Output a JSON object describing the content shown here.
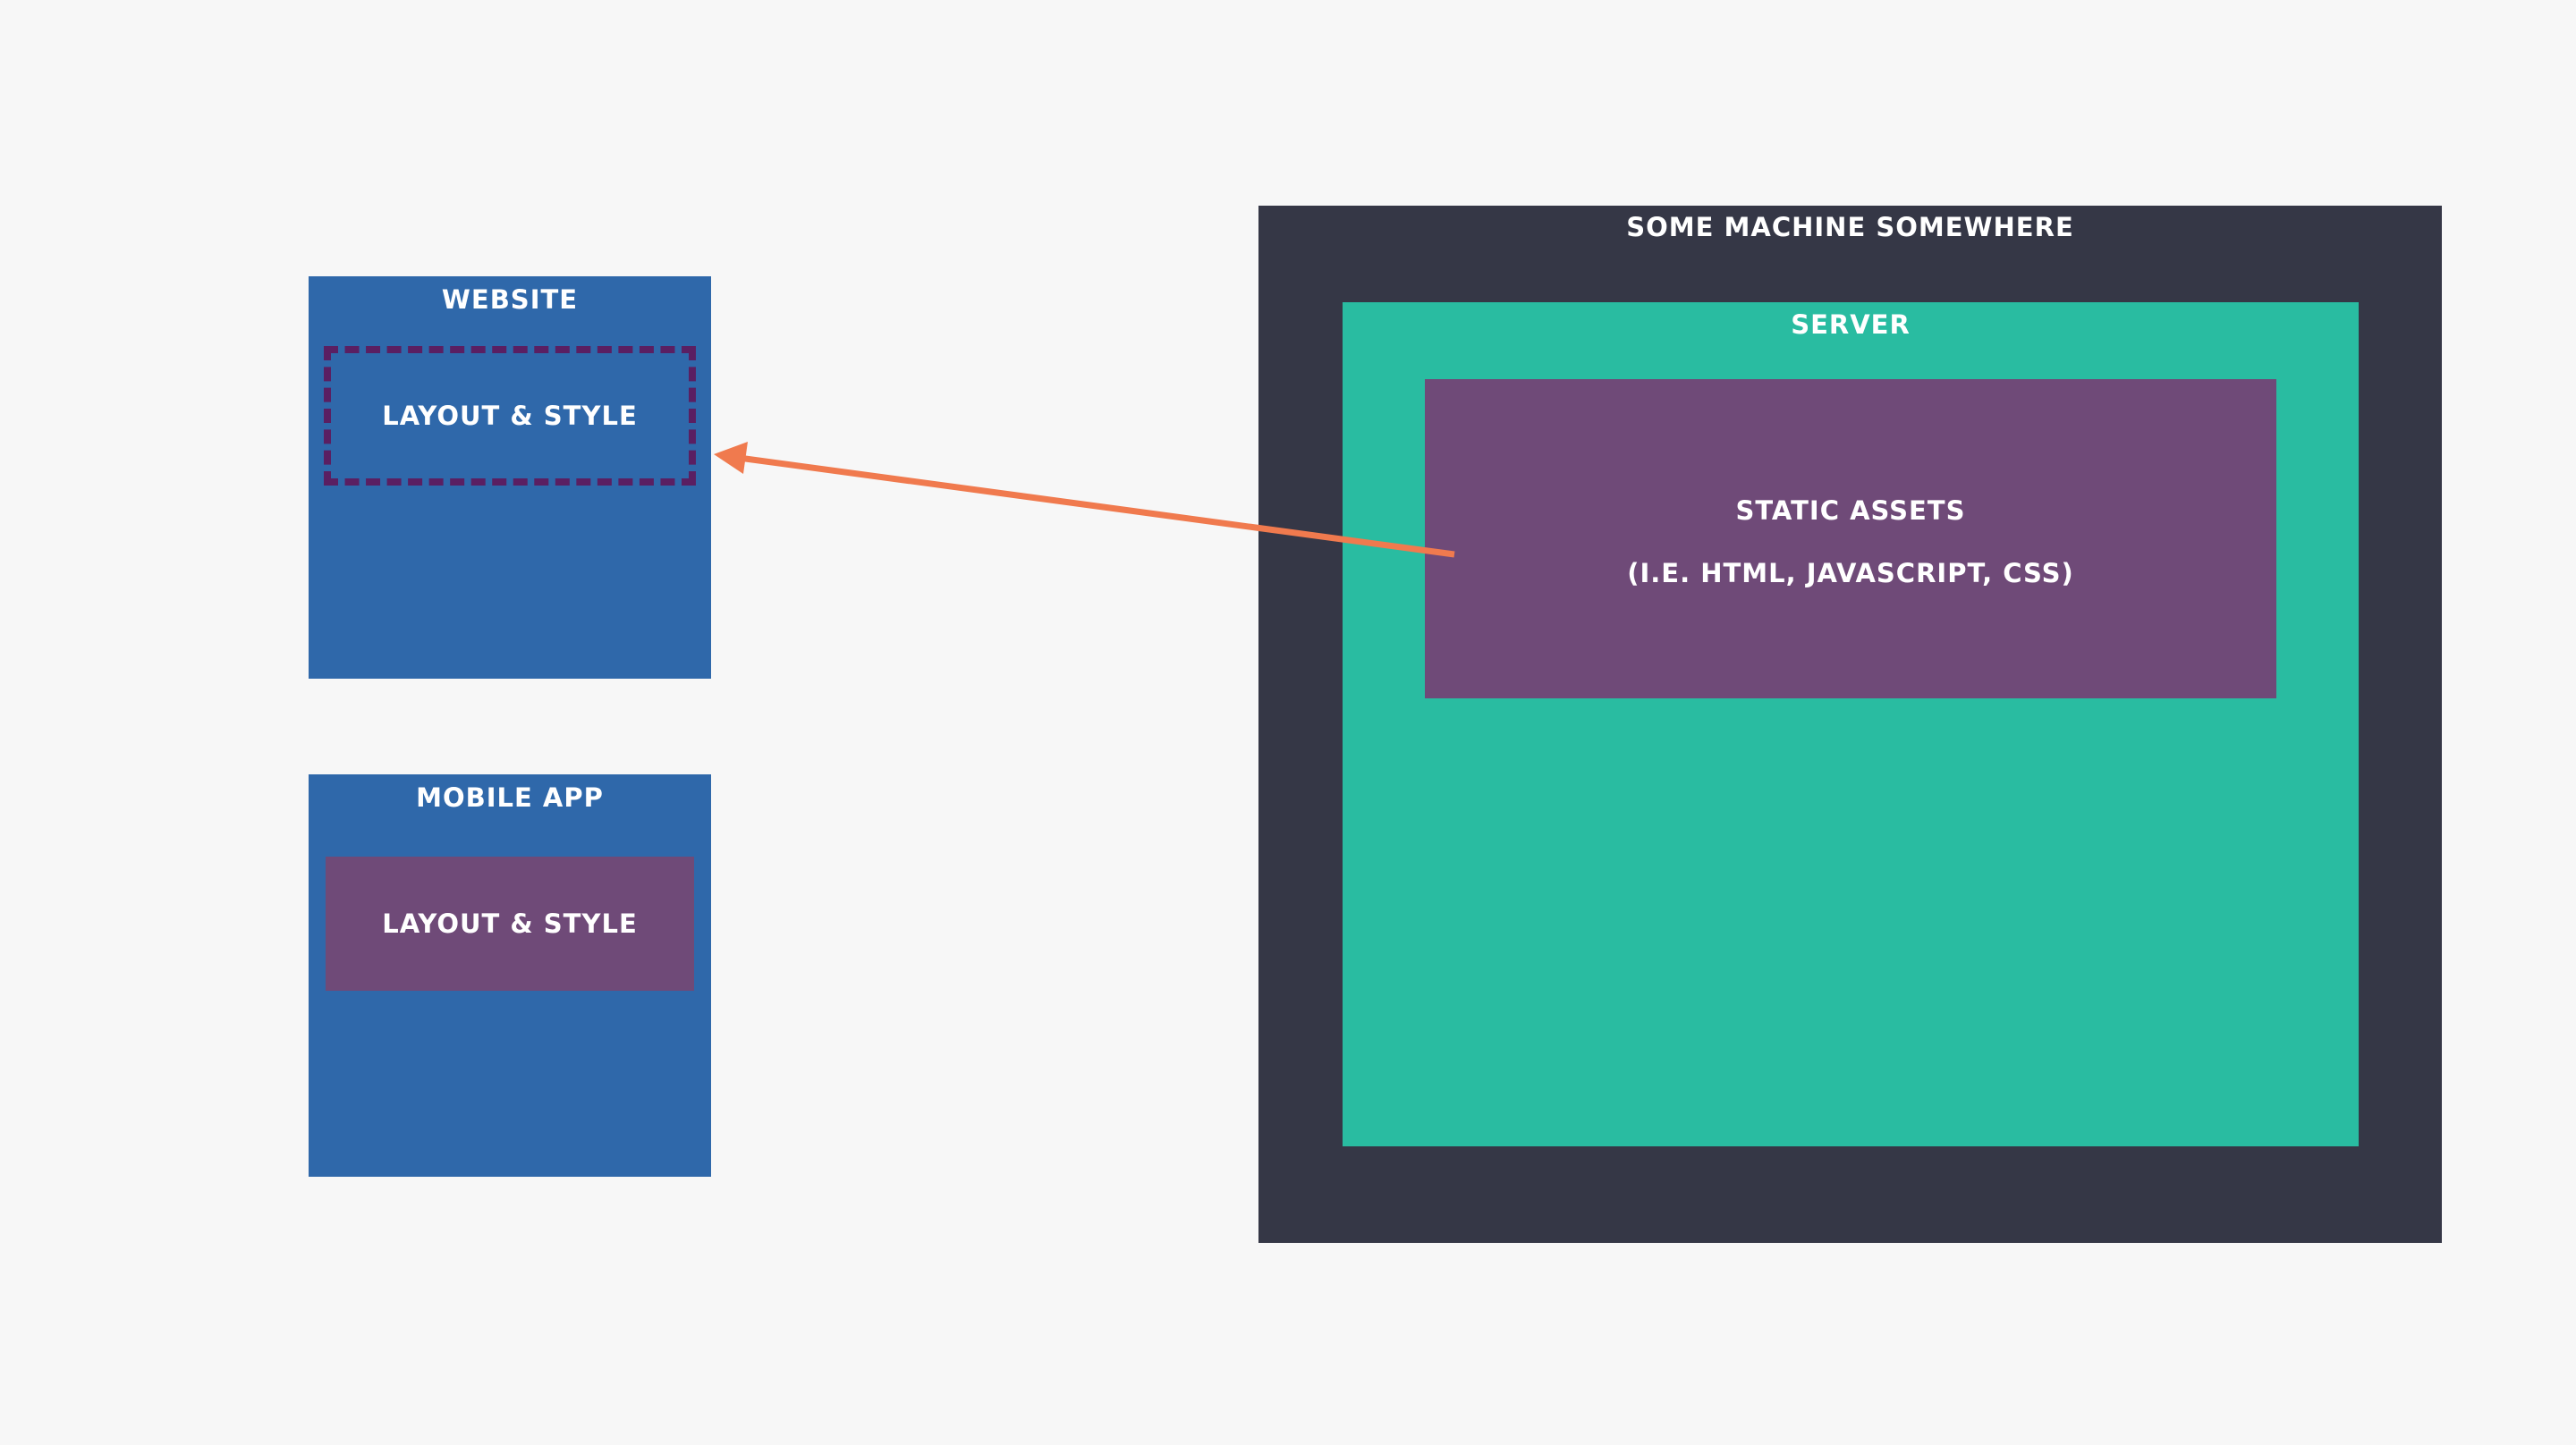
{
  "website": {
    "title": "WEBSITE",
    "layout_label": "LAYOUT & STYLE"
  },
  "mobile_app": {
    "title": "MOBILE APP",
    "layout_label": "LAYOUT & STYLE"
  },
  "machine": {
    "title": "SOME MACHINE SOMEWHERE",
    "server": {
      "title": "SERVER",
      "static_assets": {
        "title": "STATIC ASSETS",
        "subtitle": "(I.E. HTML, JAVASCRIPT, CSS)"
      }
    }
  },
  "colors": {
    "background": "#f7f7f7",
    "client_box": "#2f68aa",
    "assets_box": "#6f4a78",
    "dashed_border": "#5a1f62",
    "machine_box": "#353746",
    "server_box": "#29bca1",
    "arrow": "#f07a4e"
  }
}
